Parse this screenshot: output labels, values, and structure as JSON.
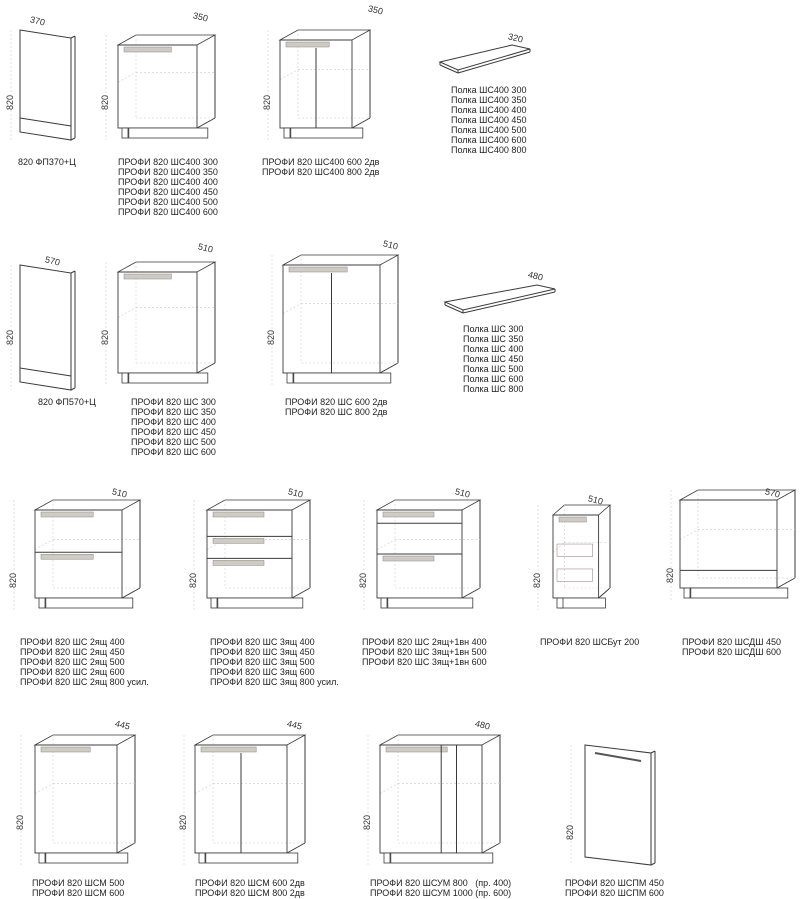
{
  "items": [
    {
      "kind": "panel",
      "width_dim": "370",
      "height_dim": "820",
      "labels": [
        "820 ФП370+Ц"
      ]
    },
    {
      "kind": "cab1",
      "width_dim": "350",
      "height_dim": "820",
      "labels": [
        "ПРОФИ 820 ШС400 300",
        "ПРОФИ 820 ШС400 350",
        "ПРОФИ 820 ШС400 400",
        "ПРОФИ 820 ШС400 450",
        "ПРОФИ 820 ШС400 500",
        "ПРОФИ 820 ШС400 600"
      ]
    },
    {
      "kind": "cab2",
      "width_dim": "350",
      "height_dim": "820",
      "labels": [
        "ПРОФИ 820 ШС400 600 2дв",
        "ПРОФИ 820 ШС400 800 2дв"
      ]
    },
    {
      "kind": "shelf",
      "width_dim": "320",
      "height_dim": "",
      "labels": [
        "Полка ШС400 300",
        "Полка ШС400 350",
        "Полка ШС400 400",
        "Полка ШС400 450",
        "Полка ШС400 500",
        "Полка ШС400 600",
        "Полка ШС400 800"
      ]
    },
    {
      "kind": "panel",
      "width_dim": "570",
      "height_dim": "820",
      "labels": [
        "820 ФП570+Ц"
      ]
    },
    {
      "kind": "cab1",
      "width_dim": "510",
      "height_dim": "820",
      "labels": [
        "ПРОФИ 820 ШС 300",
        "ПРОФИ 820 ШС 350",
        "ПРОФИ 820 ШС 400",
        "ПРОФИ 820 ШС 450",
        "ПРОФИ 820 ШС 500",
        "ПРОФИ 820 ШС 600"
      ]
    },
    {
      "kind": "cab2",
      "width_dim": "510",
      "height_dim": "820",
      "labels": [
        "ПРОФИ 820 ШС 600 2дв",
        "ПРОФИ 820 ШС 800 2дв"
      ]
    },
    {
      "kind": "shelf",
      "width_dim": "480",
      "height_dim": "",
      "labels": [
        "Полка ШС 300",
        "Полка ШС 350",
        "Полка ШС 400",
        "Полка ШС 450",
        "Полка ШС 500",
        "Полка ШС 600",
        "Полка ШС 800"
      ]
    },
    {
      "kind": "drawers2",
      "width_dim": "510",
      "height_dim": "820",
      "labels": [
        "ПРОФИ 820 ШС 2ящ 400",
        "ПРОФИ 820 ШС 2ящ 450",
        "ПРОФИ 820 ШС 2ящ 500",
        "ПРОФИ 820 ШС 2ящ 600",
        "ПРОФИ 820 ШС 2ящ 800 усил."
      ]
    },
    {
      "kind": "drawers3",
      "width_dim": "510",
      "height_dim": "820",
      "labels": [
        "ПРОФИ 820 ШС 3ящ 400",
        "ПРОФИ 820 ШС 3ящ 450",
        "ПРОФИ 820 ШС 3ящ 500",
        "ПРОФИ 820 ШС 3ящ 600",
        "ПРОФИ 820 ШС 3ящ 800 усил."
      ]
    },
    {
      "kind": "drawers21",
      "width_dim": "510",
      "height_dim": "820",
      "labels": [
        "ПРОФИ 820 ШС 2ящ+1вн 400",
        "ПРОФИ 820 ШС 3ящ+1вн 500",
        "ПРОФИ 820 ШС 3ящ+1вн 600"
      ]
    },
    {
      "kind": "bottle",
      "width_dim": "510",
      "height_dim": "820",
      "labels": [
        "ПРОФИ 820 ШСБут 200"
      ]
    },
    {
      "kind": "dish",
      "width_dim": "570",
      "height_dim": "820",
      "labels": [
        "ПРОФИ 820 ШСДШ 450",
        "ПРОФИ 820 ШСДШ 600"
      ]
    },
    {
      "kind": "cab1",
      "width_dim": "445",
      "height_dim": "820",
      "labels": [
        "ПРОФИ 820 ШСМ 500",
        "ПРОФИ 820 ШСМ 600"
      ]
    },
    {
      "kind": "cab2",
      "width_dim": "445",
      "height_dim": "820",
      "labels": [
        "ПРОФИ 820 ШСМ 600 2дв",
        "ПРОФИ 820 ШСМ 800 2дв"
      ]
    },
    {
      "kind": "corner",
      "width_dim": "480",
      "height_dim": "820",
      "labels": [
        "ПРОФИ 820 ШСУМ 800   (пр. 400)",
        "ПРОФИ 820 ШСУМ 1000 (пр. 600)"
      ]
    },
    {
      "kind": "front",
      "width_dim": "",
      "height_dim": "820",
      "labels": [
        "ПРОФИ 820 ШСПМ 450",
        "ПРОФИ 820 ШСПМ 600"
      ]
    }
  ],
  "colors": {
    "line": "#3a3a3a",
    "handle": "#cfcac4",
    "guide": "#cccccc"
  }
}
